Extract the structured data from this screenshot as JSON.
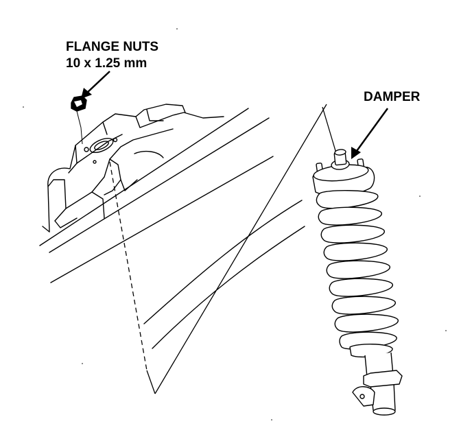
{
  "callouts": {
    "flange_nuts": {
      "line1": "FLANGE NUTS",
      "line2": "10 x 1.25 mm"
    },
    "damper": {
      "label": "DAMPER"
    }
  },
  "colors": {
    "ink": "#000000",
    "paper": "#ffffff"
  }
}
